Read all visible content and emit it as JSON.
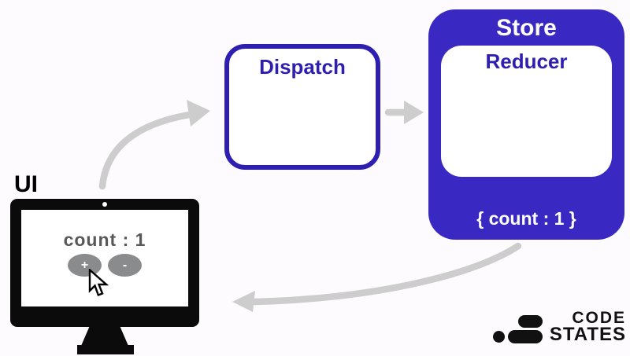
{
  "colors": {
    "background": "#fdfbfd",
    "primary_blue": "#3a28c2",
    "border_blue": "#2e1fb0",
    "arrow_gray": "#cdcdcd",
    "monitor_black": "#0b0b0b",
    "screen_text_gray": "#58585a",
    "button_gray": "#8a8b8d",
    "logo_black": "#111111"
  },
  "dispatch_box": {
    "label": "Dispatch"
  },
  "store_box": {
    "label": "Store",
    "reducer_label": "Reducer",
    "state": "{ count : 1 }"
  },
  "ui_monitor": {
    "label": "UI",
    "count_display": "count : 1",
    "increment_button": "+",
    "decrement_button": "-"
  },
  "logo": {
    "line1": "CODE",
    "line2": "STATES"
  }
}
